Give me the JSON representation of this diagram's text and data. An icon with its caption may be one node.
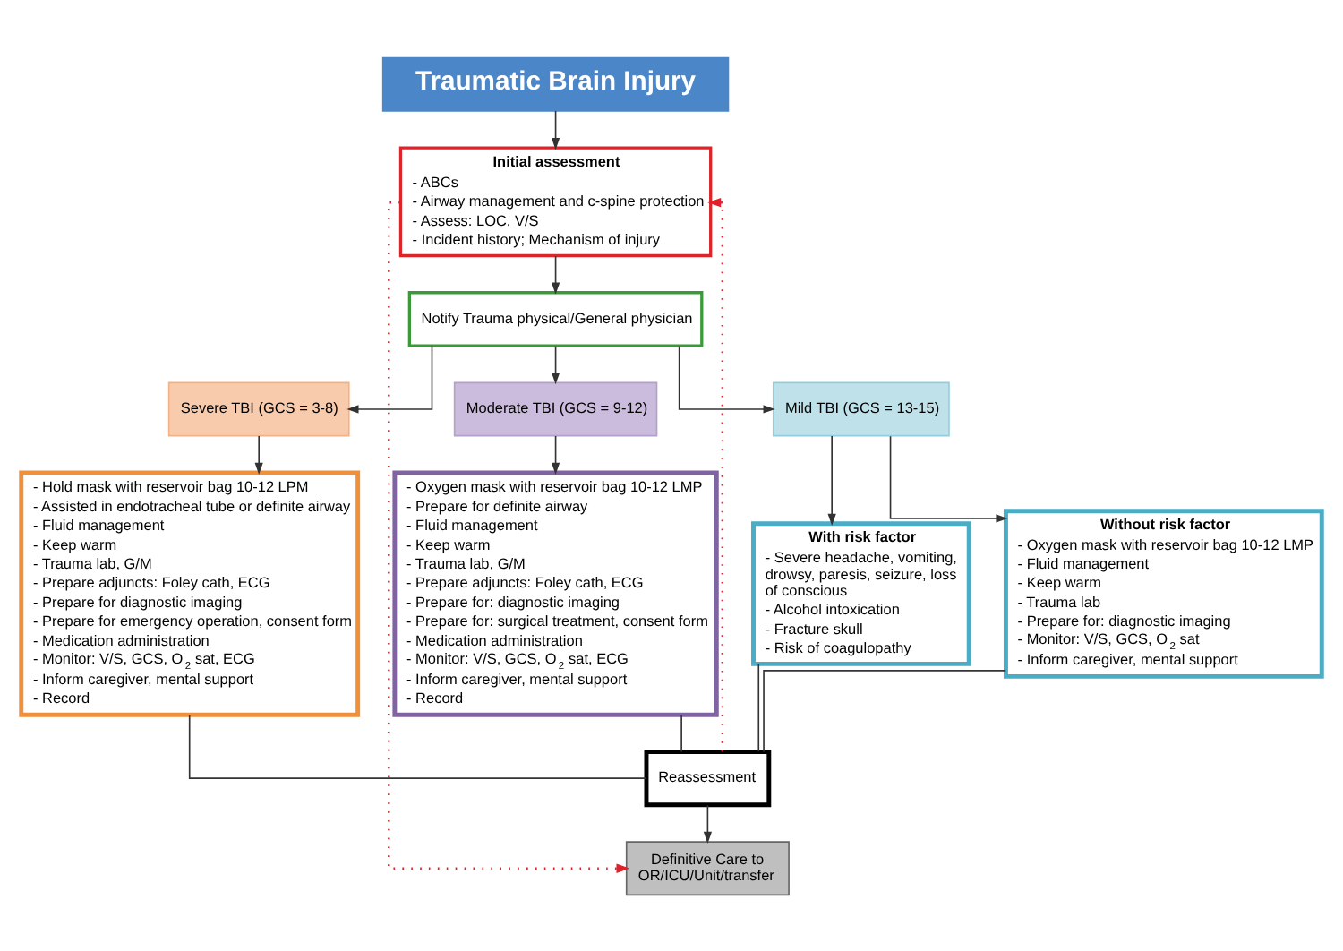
{
  "diagram": {
    "nodes": [
      {
        "text": [
          "Traumatic Brain Injury"
        ]
      },
      {
        "text": [
          "Initial assessment",
          "- ABCs",
          "- Airway management and c-spine protection",
          "- Assess: LOC, V/S",
          "- Incident history; Mechanism of injury"
        ]
      },
      {
        "text": [
          "Notify Trauma physical/General physician"
        ]
      },
      {
        "text": [
          "Severe TBI (GCS = 3-8)"
        ]
      },
      {
        "text": [
          "Moderate TBI (GCS = 9-12)"
        ]
      },
      {
        "text": [
          "Mild TBI (GCS = 13-15)"
        ]
      },
      {
        "text": [
          "- Hold mask with reservoir bag 10-12 LPM",
          "- Assisted in endotracheal tube or definite airway",
          "- Fluid management",
          "- Keep warm",
          "- Trauma lab, G/M",
          "- Prepare adjuncts: Foley cath, ECG",
          "- Prepare for diagnostic imaging",
          "- Prepare for emergency operation, consent form",
          "- Medication administration",
          "- Monitor: V/S, GCS, O$_{2}$ sat, ECG",
          "- Inform caregiver, mental support",
          "- Record"
        ]
      },
      {
        "text": [
          "- Oxygen mask with reservoir bag 10-12 LMP",
          "- Prepare for definite airway",
          "- Fluid management",
          "- Keep warm",
          "- Trauma lab, G/M",
          "- Prepare adjuncts: Foley cath, ECG",
          "- Prepare for: diagnostic imaging",
          "- Prepare for: surgical treatment, consent form",
          "- Medication administration",
          "- Monitor: V/S, GCS, O$_{2}$ sat, ECG",
          "- Inform caregiver, mental support",
          "- Record"
        ]
      },
      {
        "text": [
          "With risk factor",
          "- Severe headache, vomiting, drowsy, paresis, seizure, loss of conscious",
          "- Alcohol intoxication",
          "- Fracture skull",
          "- Risk of coagulopathy"
        ]
      },
      {
        "text": [
          "Without risk factor",
          "- Oxygen mask with reservoir bag 10-12 LMP",
          "- Fluid management",
          "- Keep warm",
          "- Trauma lab",
          "- Prepare for: diagnostic imaging",
          "- Monitor: V/S, GCS, O$_{2}$ sat",
          "- Inform caregiver, mental support"
        ]
      },
      {
        "text": [
          "Reassessment"
        ]
      },
      {
        "text": [
          "Definitive Care to OR/ICU/Unit/transfer"
        ]
      }
    ],
    "edges": [
      {
        "from": 0,
        "to": 1,
        "arrow": "to"
      },
      {
        "from": 1,
        "to": 2,
        "arrow": "to"
      },
      {
        "from": 2,
        "to": 3,
        "arrow": "to"
      },
      {
        "from": 2,
        "to": 4,
        "arrow": "to"
      },
      {
        "from": 2,
        "to": 5,
        "arrow": "to"
      },
      {
        "from": 3,
        "to": 6,
        "arrow": "to"
      },
      {
        "from": 4,
        "to": 7,
        "arrow": "to"
      },
      {
        "from": 5,
        "to": 8,
        "arrow": "to"
      },
      {
        "from": 5,
        "to": 9,
        "arrow": "to"
      },
      {
        "from": 6,
        "to": 10,
        "arrow": "none"
      },
      {
        "from": 7,
        "to": 10,
        "arrow": "none"
      },
      {
        "from": 8,
        "to": 10,
        "arrow": "none"
      },
      {
        "from": 9,
        "to": 10,
        "arrow": "none"
      },
      {
        "from": 10,
        "to": 11,
        "arrow": "to"
      },
      {
        "from": 10,
        "to": 1,
        "arrow": "to",
        "style": "dashed",
        "color": "#e0202a"
      },
      {
        "from": 1,
        "to": 11,
        "arrow": "to",
        "style": "dashed",
        "color": "#e0202a"
      }
    ]
  }
}
